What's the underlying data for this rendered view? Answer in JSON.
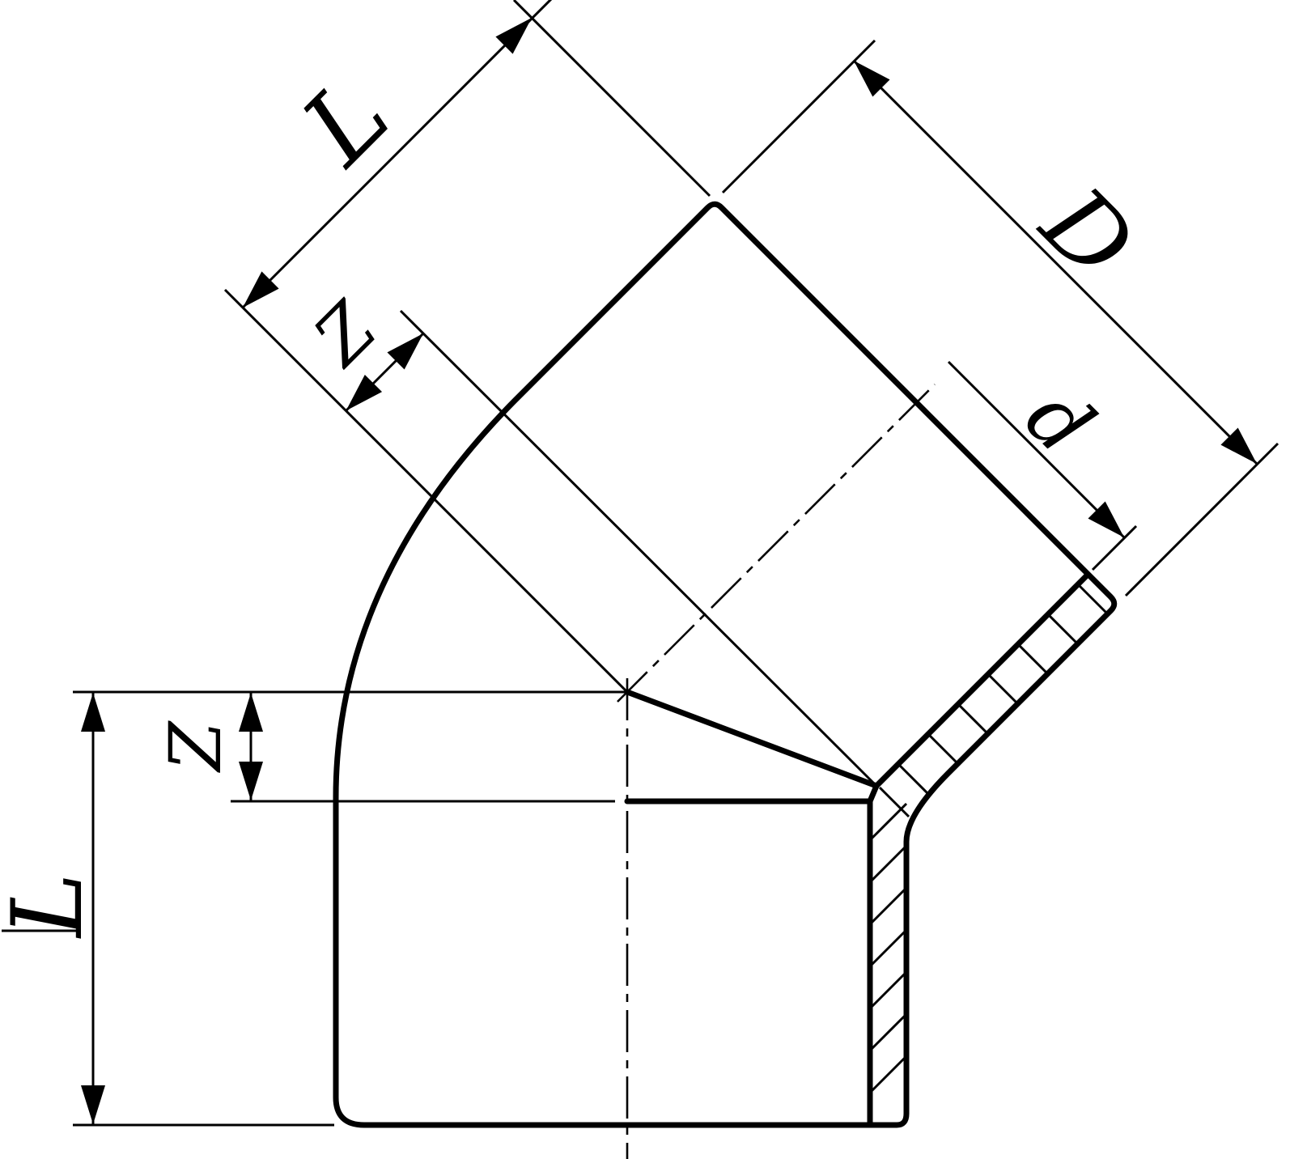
{
  "drawing": {
    "line_color": "#000000",
    "background_color": "#ffffff",
    "labels": {
      "top_length": "L",
      "top_z": "Z",
      "outer_diameter": "D",
      "inner_diameter": "d",
      "left_z": "Z",
      "left_length": "L"
    }
  }
}
